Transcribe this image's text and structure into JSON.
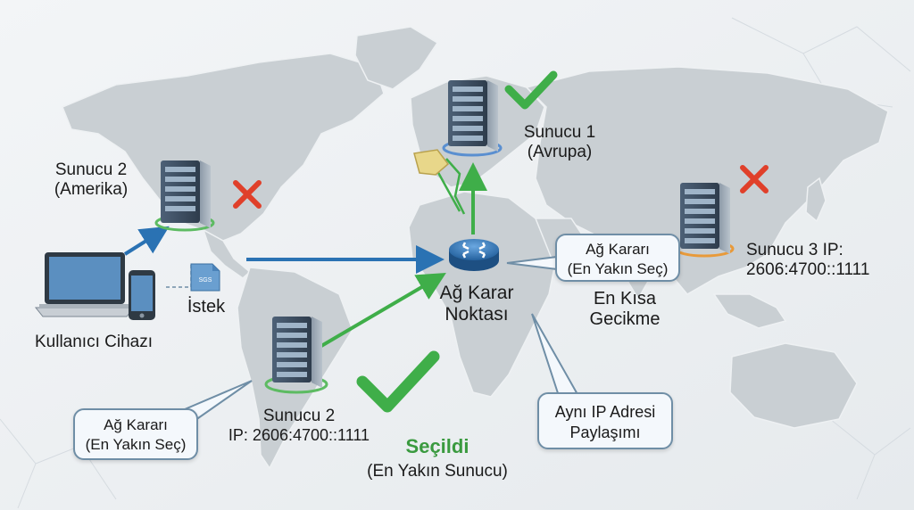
{
  "nodes": {
    "server_europe": {
      "name": "Sunucu 1",
      "region": "(Avrupa)"
    },
    "server_america": {
      "name": "Sunucu 2",
      "region": "(Amerika)"
    },
    "server_asia": {
      "name": "Sunucu 3 IP:",
      "ip": "2606:4700::1111"
    },
    "server_south": {
      "name": "Sunucu 2",
      "ip": "IP: 2606:4700::1111"
    },
    "decision_point": {
      "line1": "Ağ Karar",
      "line2": "Noktası"
    },
    "user_device": {
      "label": "Kullanıcı Cihazı"
    },
    "request": {
      "label": "İstek",
      "doc_text": "SGS"
    }
  },
  "bubbles": {
    "decision_right": {
      "line1": "Ağ Kararı",
      "line2": "(En Yakın Seç)"
    },
    "decision_left": {
      "line1": "Ağ Kararı",
      "line2": "(En Yakın Seç)"
    },
    "shared_ip": {
      "line1": "Aynı IP Adresi",
      "line2": "Paylaşımı"
    }
  },
  "notes": {
    "latency": {
      "line1": "En Kısa",
      "line2": "Gecikme"
    },
    "selected": {
      "title": "Seçildi",
      "subtitle": "(En Yakın Sunucu)"
    }
  },
  "colors": {
    "blue_arrow": "#2a72b3",
    "green_arrow": "#3fae49",
    "check_green": "#3fae49",
    "cross_red": "#e0402a",
    "selected_text": "#3a9a3f",
    "map_land": "#c9cfd3",
    "background": "#eef1f3"
  },
  "icons": {
    "selected": "green-checkmark",
    "rejected": "red-cross",
    "server": "server-rack",
    "router": "router-hub",
    "laptop": "laptop",
    "phone": "smartphone"
  }
}
